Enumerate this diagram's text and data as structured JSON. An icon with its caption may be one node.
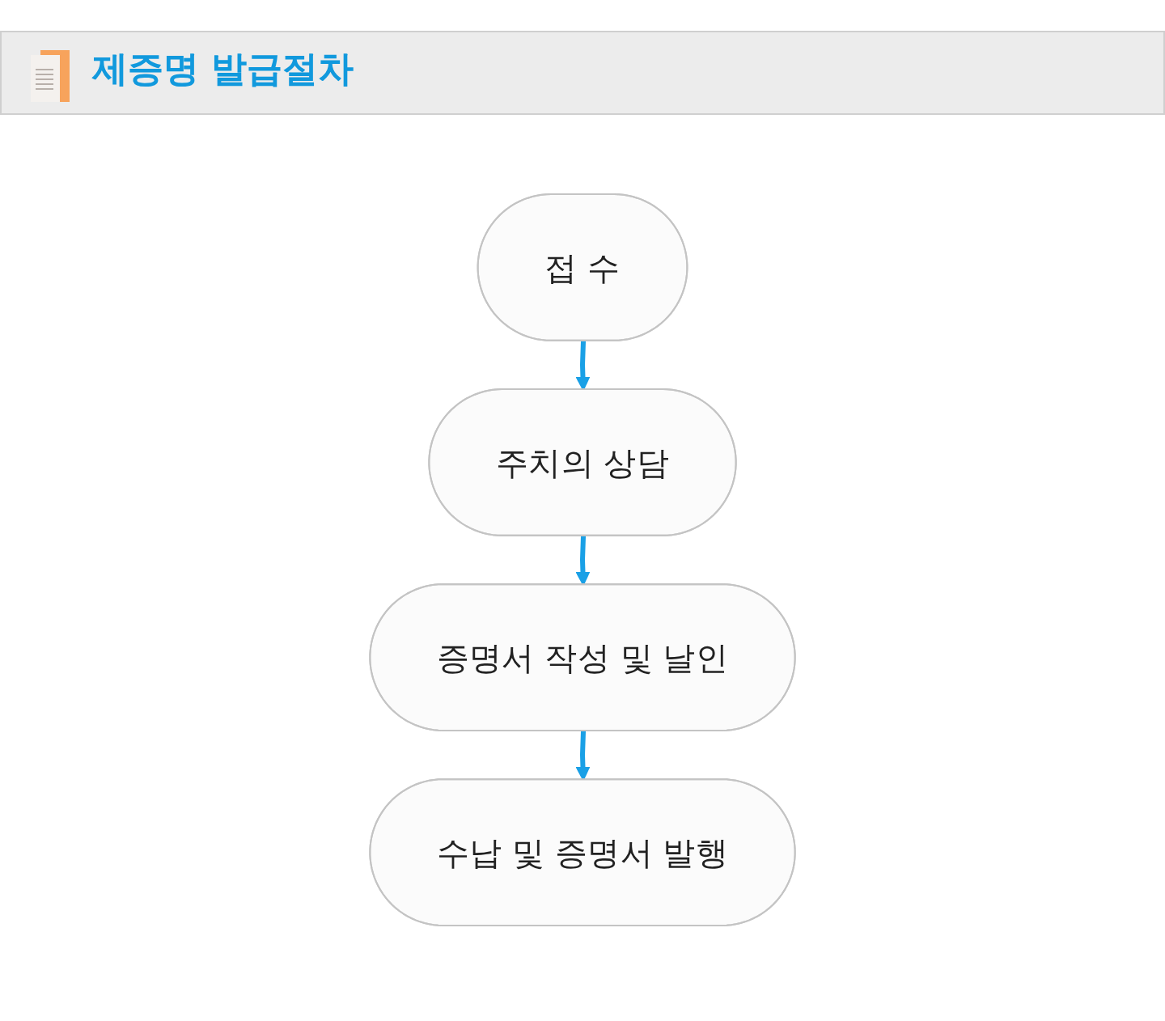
{
  "diagram": {
    "title": "제증명 발급절차",
    "nodes": [
      {
        "text": [
          "접 수"
        ]
      },
      {
        "text": [
          "주치의 상담"
        ]
      },
      {
        "text": [
          "증명서 작성 및 날인"
        ]
      },
      {
        "text": [
          "수납 및 증명서 발행"
        ]
      }
    ],
    "edges": [
      {
        "from": 0,
        "to": 1,
        "arrow": "to"
      },
      {
        "from": 1,
        "to": 2,
        "arrow": "to"
      },
      {
        "from": 2,
        "to": 3,
        "arrow": "to"
      }
    ]
  }
}
